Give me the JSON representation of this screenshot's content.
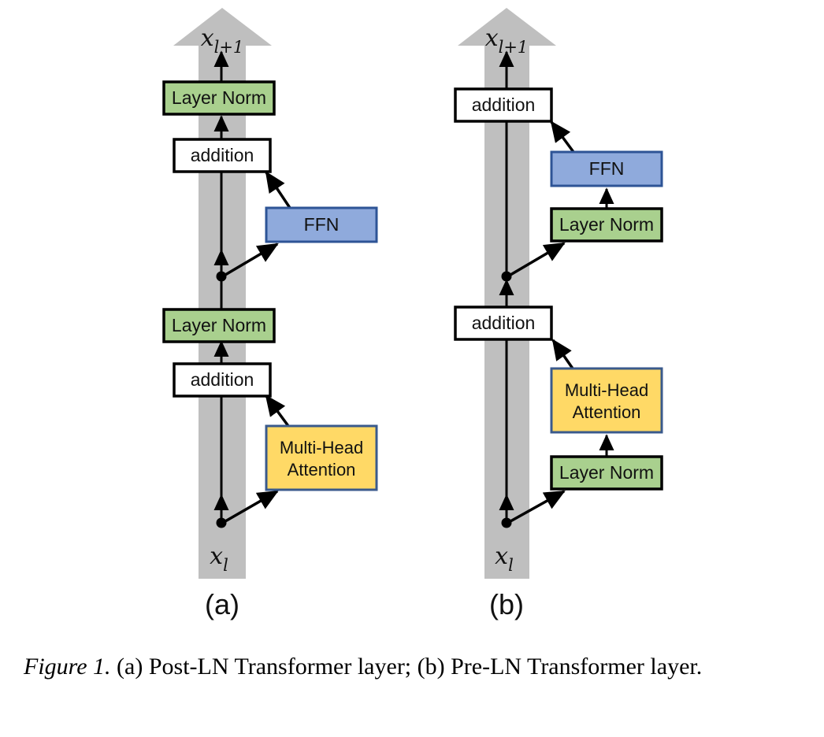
{
  "figure": {
    "caption_prefix": "Figure 1.",
    "caption_text": " (a) Post-LN Transformer layer; (b) Pre-LN Transformer layer.",
    "colors": {
      "shaft_gray": "#BFBFBF",
      "layer_norm_fill": "#A9D08E",
      "layer_norm_stroke": "#000000",
      "ffn_fill": "#8FAADC",
      "ffn_stroke": "#2E5496",
      "attention_fill": "#FFD966",
      "attention_stroke": "#3A5A8C",
      "addition_fill": "#FFFFFF",
      "addition_stroke": "#000000",
      "line": "#000000",
      "text": "#111111"
    },
    "panels": [
      {
        "id": "a",
        "label": "(a)",
        "name": "Post-LN Transformer layer",
        "input_var": "x",
        "input_sub": "l",
        "output_var": "x",
        "output_sub": "l+1",
        "blocks": [
          {
            "id": "layer-norm-top",
            "label": "Layer Norm",
            "type": "layer-norm"
          },
          {
            "id": "addition-top",
            "label": "addition",
            "type": "addition"
          },
          {
            "id": "ffn",
            "label": "FFN",
            "type": "ffn"
          },
          {
            "id": "layer-norm-bottom",
            "label": "Layer Norm",
            "type": "layer-norm"
          },
          {
            "id": "addition-bottom",
            "label": "addition",
            "type": "addition"
          },
          {
            "id": "multi-head-attention",
            "label_line1": "Multi-Head",
            "label_line2": "Attention",
            "type": "attention"
          }
        ]
      },
      {
        "id": "b",
        "label": "(b)",
        "name": "Pre-LN Transformer layer",
        "input_var": "x",
        "input_sub": "l",
        "output_var": "x",
        "output_sub": "l+1",
        "blocks": [
          {
            "id": "addition-top",
            "label": "addition",
            "type": "addition"
          },
          {
            "id": "ffn",
            "label": "FFN",
            "type": "ffn"
          },
          {
            "id": "layer-norm-upper",
            "label": "Layer Norm",
            "type": "layer-norm"
          },
          {
            "id": "addition-bottom",
            "label": "addition",
            "type": "addition"
          },
          {
            "id": "multi-head-attention",
            "label_line1": "Multi-Head",
            "label_line2": "Attention",
            "type": "attention"
          },
          {
            "id": "layer-norm-lower",
            "label": "Layer Norm",
            "type": "layer-norm"
          }
        ]
      }
    ]
  }
}
